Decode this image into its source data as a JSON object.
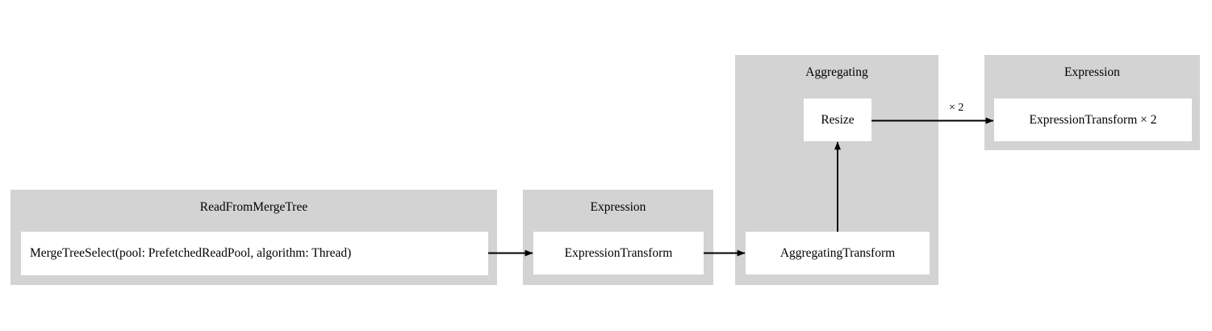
{
  "diagram": {
    "type": "pipeline-graph",
    "background_color": "#ffffff",
    "cluster_color": "#d3d3d3",
    "node_color": "#ffffff",
    "edge_color": "#000000",
    "clusters": [
      {
        "id": "read-from-merge-tree",
        "label": "ReadFromMergeTree",
        "nodes": [
          {
            "id": "merge-tree-select",
            "label": "MergeTreeSelect(pool: PrefetchedReadPool, algorithm: Thread)"
          }
        ]
      },
      {
        "id": "expression-1",
        "label": "Expression",
        "nodes": [
          {
            "id": "expression-transform-1",
            "label": "ExpressionTransform"
          }
        ]
      },
      {
        "id": "aggregating",
        "label": "Aggregating",
        "nodes": [
          {
            "id": "resize",
            "label": "Resize"
          },
          {
            "id": "aggregating-transform",
            "label": "AggregatingTransform"
          }
        ]
      },
      {
        "id": "expression-2",
        "label": "Expression",
        "nodes": [
          {
            "id": "expression-transform-2",
            "label": "ExpressionTransform × 2"
          }
        ]
      }
    ],
    "edges": [
      {
        "id": "e1",
        "from": "merge-tree-select",
        "to": "expression-transform-1",
        "label": ""
      },
      {
        "id": "e2",
        "from": "expression-transform-1",
        "to": "aggregating-transform",
        "label": ""
      },
      {
        "id": "e3",
        "from": "aggregating-transform",
        "to": "resize",
        "label": ""
      },
      {
        "id": "e4",
        "from": "resize",
        "to": "expression-transform-2",
        "label": "× 2"
      }
    ]
  }
}
